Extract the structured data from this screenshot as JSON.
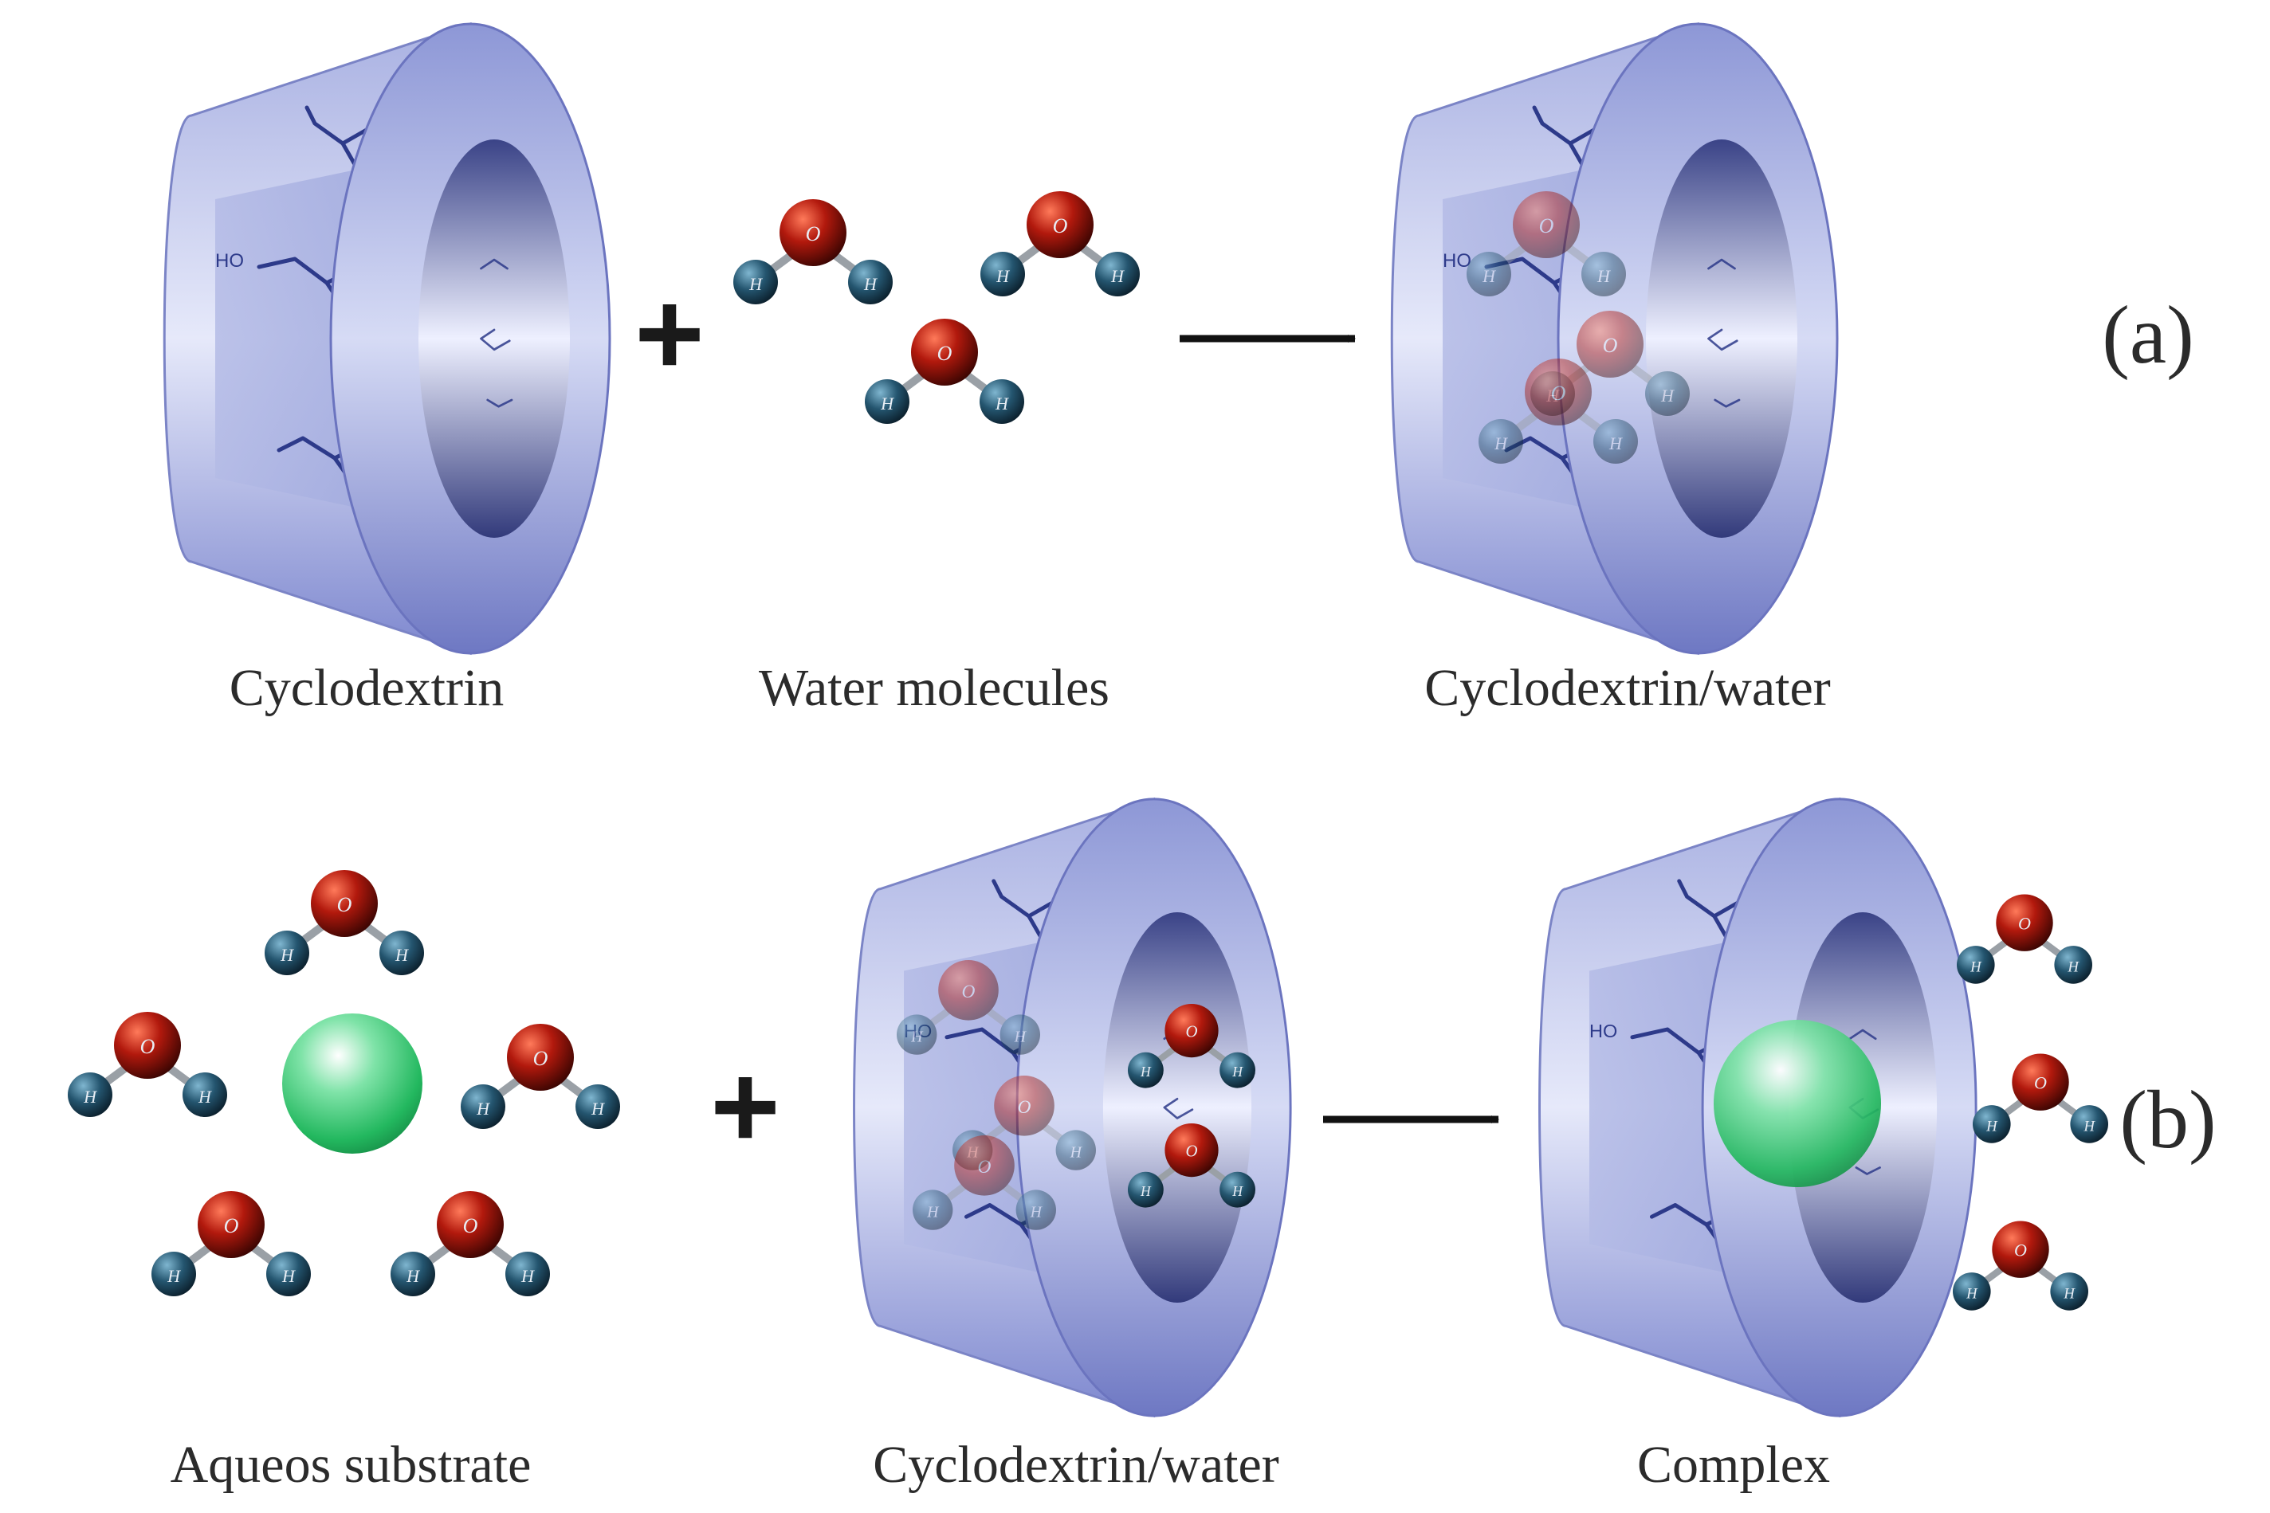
{
  "panel_a": {
    "tag": "(a)",
    "operator": "+",
    "captions": {
      "cyclodextrin": "Cyclodextrin",
      "water": "Water molecules",
      "product": "Cyclodextrin/water"
    }
  },
  "panel_b": {
    "tag": "(b)",
    "operator": "+",
    "captions": {
      "substrate": "Aqueos substrate",
      "reactant": "Cyclodextrin/water",
      "product": "Complex"
    }
  },
  "atoms": {
    "oxygen": "O",
    "hydrogen": "H"
  },
  "chem_labels": {
    "hydroxyl": "OH",
    "hydroxyl_rev": "HO"
  },
  "colors": {
    "cyclodextrin": "#8d97d6",
    "oxygen": "#a5160d",
    "hydrogen": "#1f4c66",
    "substrate": "#2ec66d",
    "arrow": "#111111"
  }
}
